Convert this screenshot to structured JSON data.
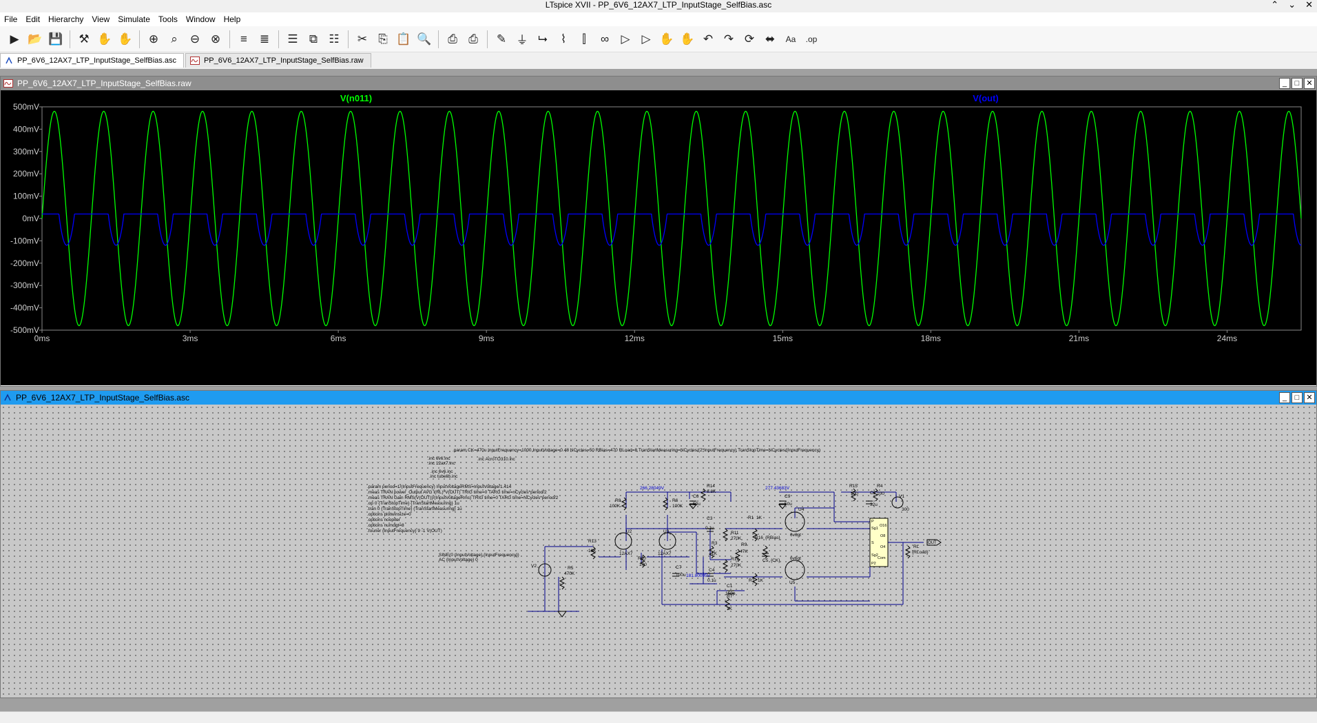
{
  "window": {
    "title": "LTspice XVII - PP_6V6_12AX7_LTP_InputStage_SelfBias.asc"
  },
  "menu": [
    "File",
    "Edit",
    "Hierarchy",
    "View",
    "Simulate",
    "Tools",
    "Window",
    "Help"
  ],
  "toolbar": [
    "run-icon",
    "open-icon",
    "save-icon",
    "control-panel-icon",
    "halt-icon",
    "pan-hand-icon",
    "zoom-in-icon",
    "zoom-area-icon",
    "zoom-out-icon",
    "zoom-fit-icon",
    "autorange-icon",
    "vertical-autorange-icon",
    "tile-horizontal-icon",
    "cascade-icon",
    "tile-vertical-icon",
    "cut-icon",
    "copy-icon",
    "paste-icon",
    "find-icon",
    "print-icon",
    "print-setup-icon",
    "draw-wire-icon",
    "ground-icon",
    "label-net-icon",
    "resistor-icon",
    "capacitor-icon",
    "inductor-icon",
    "diode-icon",
    "component-icon",
    "move-icon",
    "drag-icon",
    "undo-icon",
    "redo-icon",
    "rotate-icon",
    "mirror-icon",
    "text-icon",
    "spice-directive-icon"
  ],
  "tabs": [
    {
      "label": "PP_6V6_12AX7_LTP_InputStage_SelfBias.asc",
      "icon": "schematic-icon"
    },
    {
      "label": "PP_6V6_12AX7_LTP_InputStage_SelfBias.raw",
      "icon": "waveform-icon"
    }
  ],
  "waveform_window": {
    "title": "PP_6V6_12AX7_LTP_InputStage_SelfBias.raw",
    "trace_labels": [
      {
        "name": "V(n011)",
        "color": "#00ff00"
      },
      {
        "name": "V(out)",
        "color": "#0000ff"
      }
    ]
  },
  "schematic_window": {
    "title": "PP_6V6_12AX7_LTP_InputStage_SelfBias.asc",
    "directives": {
      "param": ".param CK=470u InputFrequency=1000 InputVoltage=0.48 NCycles=50 RBias=470 RLoad=8 TranStartMeasuring=NCycles/(2*InputFrequency) TranStopTime=NCycles/(InputFrequency)",
      "includes": [
        ".inc 6v6.inc",
        ".inc 12ax7.inc",
        ".inc 6v6.inc",
        ".inc tubelib.inc"
      ],
      "include_ot": ".inc AcroTO310.inc",
      "sim": [
        ".param period=1/(InputFrequency) InputVoltageRMS=InputVoltage/1.414",
        ".meas TRAN power_Output AVG I(RL)*V(OUT) TRIG time=0 TARG time=nCycles*period/2",
        ".meas TRAN Gain RMS(V(OUT))/(InputVoltageRms) TRIG time=0 TARG time=NCycles*period/2",
        ".op 0 {TranStopTime} {TranStartMeasuring} 1u",
        ".tran 0 {TranStopTime} {TranStartMeasuring} 1u",
        ".options plotwinsize=0",
        ".options noopiter",
        ".options numdgt=8",
        ".fourier {InputFrequency} 9 -1 V(OUT)"
      ],
      "source": [
        "SINE(0 {InputVoltage} {InputFrequency})",
        "AC {InputVoltage} 0"
      ]
    },
    "labels": {
      "node1": "266.28049V",
      "node2": "277.43683V",
      "node3": "181.80095V",
      "r14": "R14",
      "r14v": "6.8K",
      "r15": "R15",
      "r15v": "100",
      "r4": "R4",
      "r4v": "100",
      "r8": "R8",
      "r8v": "100K",
      "r6": "R6",
      "r6v": "100K",
      "c6": "C6",
      "c6v": "50u",
      "c9": "C9",
      "c9v": "50u",
      "c3": "C3",
      "c3v": "0.1u",
      "r1": "R1",
      "r1v": "1K",
      "r11": "R11",
      "r11v": "270K",
      "r3": "R3",
      "r3v": "1K",
      "r9": "R9",
      "r9v": "47K",
      "r16": "R16",
      "r16v": "{RBias}",
      "c5": "C5",
      "c5v": "{CK}",
      "r12": "R12",
      "r12v": "270K",
      "c4": "C4",
      "c4v": "0.1u",
      "r2": "R2",
      "r2v": "1K",
      "c7": "C7",
      "c7v": "100u",
      "r10": "R10",
      "r10v": "100",
      "r13": "R13",
      "r13v": "10K",
      "r5": "R5",
      "r5v": "470K",
      "v2": "V2",
      "u2": "U2",
      "u2m": "12AX7",
      "u3": "U3",
      "u3m": "12AX7",
      "u4": "U4",
      "u4m": "6v6gt",
      "u5": "U5",
      "u5m": "6v6gt",
      "c2": "C2",
      "c2v": "32u",
      "c1": "C1",
      "c1v": "150p",
      "r7": "R7",
      "r7v": "1K",
      "v1": "V1",
      "v1v": "300",
      "rl": "RL",
      "rlv": "{RLoad}",
      "out": "OUT",
      "ot_pins": [
        "P",
        "Sg1",
        "S",
        "Sg2",
        "P2",
        "O16",
        "O8",
        "O4",
        "Com"
      ]
    }
  },
  "chart_data": {
    "type": "line",
    "title": "",
    "xlabel": "",
    "ylabel": "",
    "x_unit": "ms",
    "xlim": [
      0,
      25.5
    ],
    "ylim": [
      -500,
      500
    ],
    "y_unit": "mV",
    "x_ticks": [
      "0ms",
      "3ms",
      "6ms",
      "9ms",
      "12ms",
      "15ms",
      "18ms",
      "21ms",
      "24ms"
    ],
    "x_tick_values": [
      0,
      3,
      6,
      9,
      12,
      15,
      18,
      21,
      24
    ],
    "y_ticks": [
      "500mV",
      "400mV",
      "300mV",
      "200mV",
      "100mV",
      "0mV",
      "-100mV",
      "-200mV",
      "-300mV",
      "-400mV",
      "-500mV"
    ],
    "y_tick_values": [
      500,
      400,
      300,
      200,
      100,
      0,
      -100,
      -200,
      -300,
      -400,
      -500
    ],
    "grid": false,
    "series": [
      {
        "name": "V(n011)",
        "color": "#00ff00",
        "kind": "sine",
        "amplitude_mV": 480,
        "frequency_kHz": 1.0,
        "phase_deg": 0
      },
      {
        "name": "V(out)",
        "color": "#0000ff",
        "kind": "clipped-pulse",
        "baseline_mV": 20,
        "trough_mV": -120,
        "frequency_kHz": 1.0
      }
    ]
  },
  "status": {
    "text": ""
  }
}
